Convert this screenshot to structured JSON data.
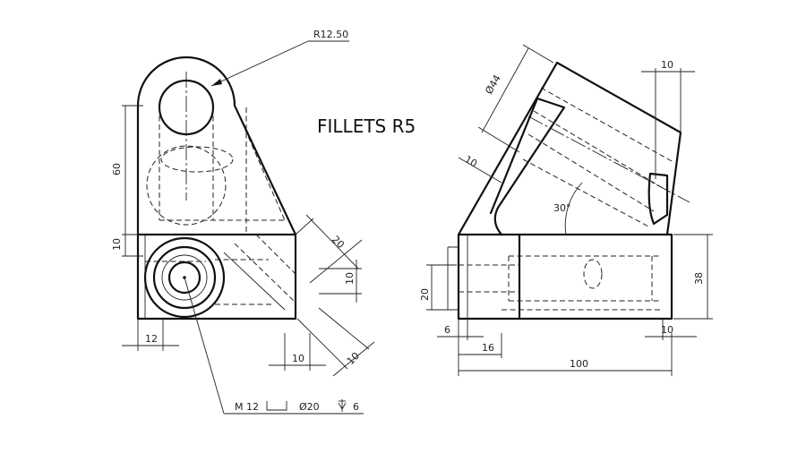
{
  "note": {
    "fillets": "FILLETS R5"
  },
  "front_view": {
    "radius": "R12.50",
    "dim_height_60": "60",
    "dim_base_10": "10",
    "dim_width_12": "12",
    "dim_bottom_10": "10",
    "dim_rib_20": "20",
    "dim_rib_10_vertical": "10",
    "dim_rib_10_diagonal": "10",
    "thread_callout": {
      "thread": "M 12",
      "cbore_dia": "Ø20",
      "depth": "6"
    }
  },
  "side_view": {
    "dim_dia_44": "Ø44",
    "dim_top_10": "10",
    "dim_wall_10": "10",
    "angle": "30°",
    "dim_38": "38",
    "dim_20": "20",
    "dim_6": "6",
    "dim_16": "16",
    "dim_100": "100",
    "dim_bottom_right_10": "10"
  }
}
